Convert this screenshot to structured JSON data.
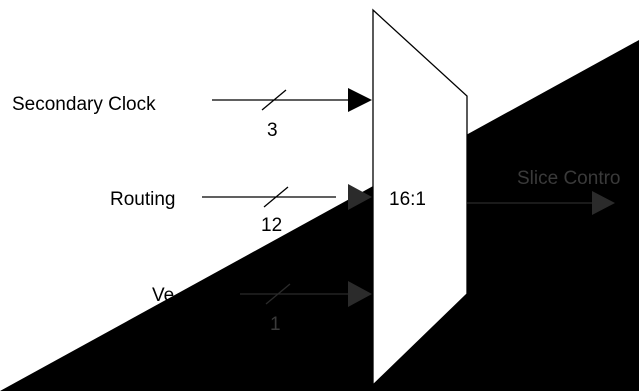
{
  "colors": {
    "background": "#ffffff",
    "overlay": "#000000",
    "line": "#000000",
    "faded_line": "#2b2b2b",
    "faded_text": "#3a3a3a"
  },
  "inputs": [
    {
      "label": "Secondary Clock",
      "bus_width": "3"
    },
    {
      "label": "Routing",
      "bus_width": "12"
    },
    {
      "label": "Ve",
      "bus_width": "1"
    }
  ],
  "mux": {
    "label": "16:1"
  },
  "output": {
    "label": "Slice Contro"
  }
}
